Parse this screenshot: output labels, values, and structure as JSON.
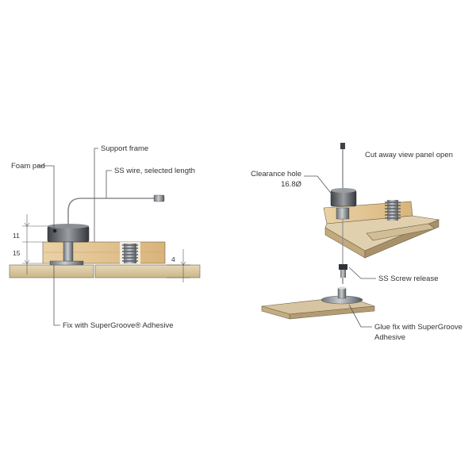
{
  "left_view": {
    "labels": {
      "support_frame": "Support frame",
      "foam_pad": "Foam pad",
      "ss_wire": "SS wire, selected length",
      "fix_adhesive": "Fix with SuperGroove® Adhesive"
    },
    "dimensions": {
      "top": "11",
      "middle": "15",
      "right": "4"
    }
  },
  "right_view": {
    "labels": {
      "title": "Cut away view panel open",
      "clearance_hole_line1": "Clearance hole",
      "clearance_hole_line2": "16.8Ø",
      "ss_screw_release": "SS Screw release",
      "glue_fix_line1": "Glue fix with SuperGroove",
      "glue_fix_line2": "Adhesive"
    }
  }
}
